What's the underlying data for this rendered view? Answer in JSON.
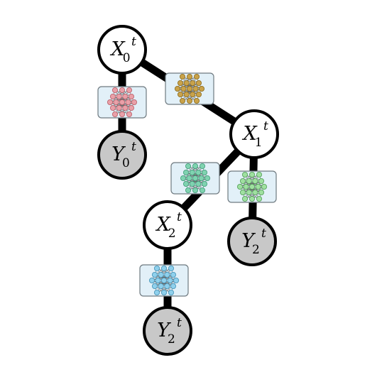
{
  "nodes": [
    {
      "id": "x0",
      "letter": "X",
      "sub": "0",
      "sup": "t",
      "kind": "latent"
    },
    {
      "id": "y0",
      "letter": "Y",
      "sub": "0",
      "sup": "t",
      "kind": "observed"
    },
    {
      "id": "x1",
      "letter": "X",
      "sub": "1",
      "sup": "t",
      "kind": "latent"
    },
    {
      "id": "x2",
      "letter": "X",
      "sub": "2",
      "sup": "t",
      "kind": "latent"
    },
    {
      "id": "y2a",
      "letter": "Y",
      "sub": "2",
      "sup": "t",
      "kind": "observed"
    },
    {
      "id": "y2b",
      "letter": "Y",
      "sub": "2",
      "sup": "t",
      "kind": "observed"
    }
  ],
  "edges": [
    [
      "x0",
      "y0"
    ],
    [
      "x0",
      "x1"
    ],
    [
      "x1",
      "x2"
    ],
    [
      "x1",
      "y2a"
    ],
    [
      "x2",
      "y2b"
    ]
  ],
  "networks": [
    {
      "id": "net-x0-y0",
      "color": "#e9a0a8",
      "stroke": "#b85c66",
      "icon": "neural-network-icon"
    },
    {
      "id": "net-x0-x1",
      "color": "#c9a24a",
      "stroke": "#8a6a1c",
      "icon": "neural-network-icon"
    },
    {
      "id": "net-x1-x2",
      "color": "#7fd3b0",
      "stroke": "#3e9a76",
      "icon": "neural-network-icon"
    },
    {
      "id": "net-x1-y2",
      "color": "#9fe0a0",
      "stroke": "#4f9c54",
      "icon": "neural-network-icon"
    },
    {
      "id": "net-x2-y2",
      "color": "#8fd0ec",
      "stroke": "#3f8fb4",
      "icon": "neural-network-icon"
    }
  ],
  "colors": {
    "latent_fill": "#ffffff",
    "observed_fill": "#c8c8c8",
    "node_stroke": "#000000",
    "edge": "#000000",
    "box_fill": "#e2f0f8",
    "box_stroke": "#6f7a80"
  }
}
